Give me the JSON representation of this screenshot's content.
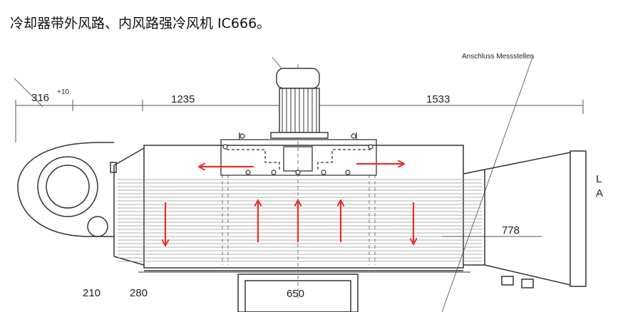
{
  "caption": "冷却器带外风路、内风路强冷风机 IC666。",
  "drawing": {
    "note_top_right": "Anschluss Messstellen",
    "dim_316": "316",
    "dim_316_tol": "+10",
    "dim_1235": "1235",
    "dim_1533": "1533",
    "dim_778": "778",
    "dim_210": "210",
    "dim_280": "280",
    "dim_650": "650",
    "edge_l": "L",
    "edge_a": "A"
  },
  "colors": {
    "arrow": "#e8302a",
    "line": "#333333"
  }
}
